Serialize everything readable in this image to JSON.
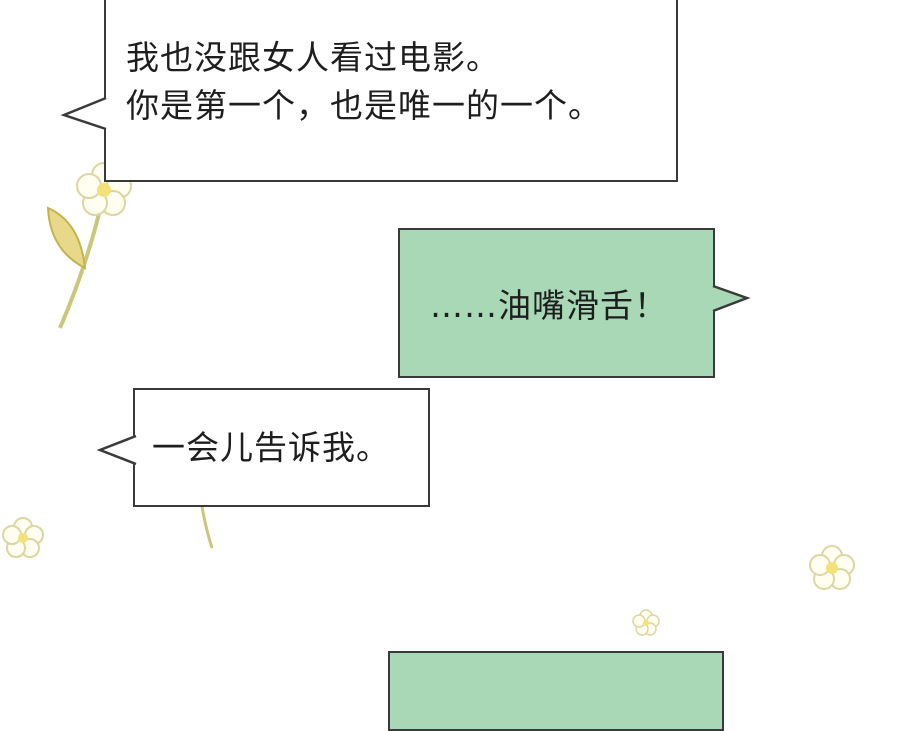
{
  "bubbles": {
    "first": {
      "line1": "我也没跟女人看过电影。",
      "line2": "你是第一个，也是唯一的一个。"
    },
    "second": {
      "text": "……油嘴滑舌！"
    },
    "third": {
      "text": "一会儿告诉我。"
    },
    "fourth": {
      "text": ""
    }
  },
  "colors": {
    "green_bubble": "#a8d8b6",
    "white_bubble": "#ffffff",
    "outline": "#3a3a3a",
    "flower_petal": "#fffef0",
    "flower_center": "#f3e27a",
    "stem": "#c9c779"
  }
}
